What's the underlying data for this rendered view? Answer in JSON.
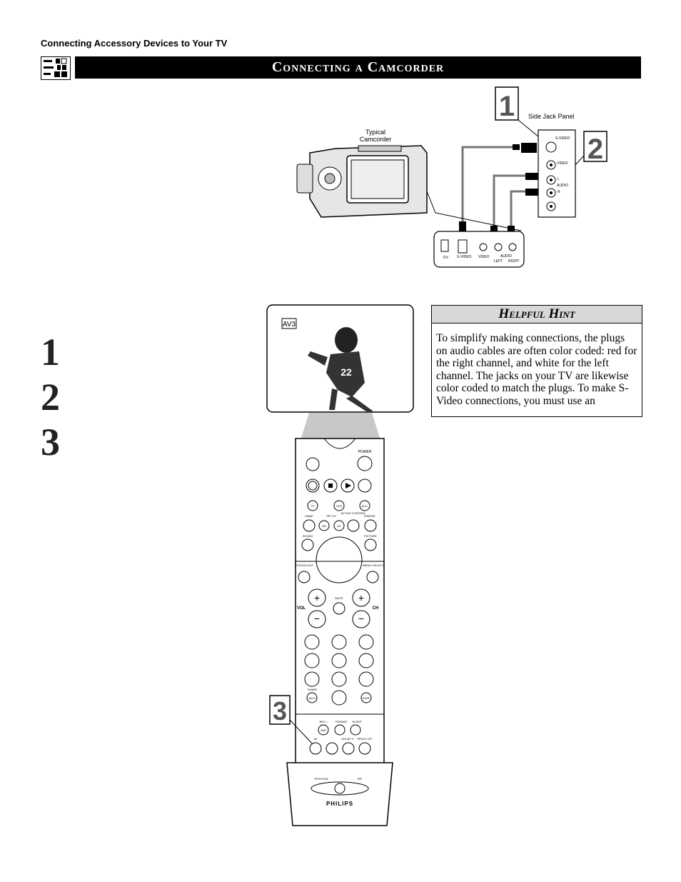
{
  "header": {
    "section": "Connecting Accessory Devices to Your TV",
    "title": "Connecting a Camcorder"
  },
  "diagram": {
    "side_jack_panel": "Side Jack Panel",
    "typical_camcorder_line1": "Typical",
    "typical_camcorder_line2": "Camcorder",
    "callout_1": "1",
    "callout_2": "2",
    "callout_3": "3",
    "tv_jacks": {
      "svideo": "S-VIDEO",
      "video": "VIDEO",
      "audio": "AUDIO",
      "l": "L",
      "r": "R"
    },
    "cam_jacks": {
      "dv": "DV",
      "svideo": "S-VIDEO",
      "video": "VIDEO",
      "audio": "AUDIO",
      "left": "LEFT",
      "right": "RIGHT"
    },
    "screen_label": "AV3"
  },
  "steps": [
    "1",
    "2",
    "3"
  ],
  "hint": {
    "title": "Helpful Hint",
    "body": "To simplify making connections, the plugs on audio cables are often color coded: red for the right channel, and white for the left channel. The jacks on your TV are likewise color coded to match the plugs. To make S-Video connections, you must use an"
  },
  "remote": {
    "power": "POWER",
    "tv": "TV",
    "vcr": "VCR",
    "acc": "ACC",
    "swap": "SWAP",
    "pip_ch": "PIP CH",
    "active_control": "ACTIVE CONTROL",
    "freeze": "FREEZE",
    "dn": "DN",
    "up": "UP",
    "sound": "SOUND",
    "picture": "PICTURE",
    "status_exit": "STATUS/ EXIT",
    "menu_select": "MENU/ SELECT",
    "mute": "MUTE",
    "vol": "VOL",
    "ch": "CH",
    "tuner": "TUNER",
    "ach": "A/CH",
    "surf": "SURF",
    "rec": "REC •",
    "sap": "SAP",
    "format": "FORMAT",
    "sleep": "SLEEP",
    "av": "AV",
    "dolby_v": "DOLBY V",
    "prog_list": "PROG LIST",
    "position": "POSITION",
    "pip": "PIP",
    "brand": "PHILIPS"
  }
}
